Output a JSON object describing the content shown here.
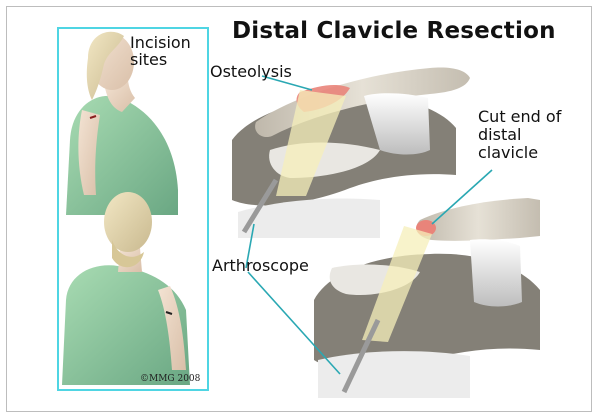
{
  "title": "Distal Clavicle Resection",
  "labels": {
    "incision_sites": "Incision sites",
    "osteolysis": "Osteolysis",
    "cut_end": "Cut end of distal clavicle",
    "arthroscope": "Arthroscope"
  },
  "copyright": "©MMG 2008",
  "colors": {
    "inset_border": "#4fd5e3",
    "leader_line": "#2aa8b3",
    "gown": "#7fbf93",
    "osteolysis": "#e9847a",
    "light_cone": "#f6efb9",
    "bone": "#d8d3c8"
  },
  "icons": {
    "figure_front": "patient-front-view-illustration",
    "figure_back": "patient-back-view-illustration",
    "shoulder_top": "shoulder-joint-before-illustration",
    "shoulder_bottom": "shoulder-joint-after-illustration"
  }
}
